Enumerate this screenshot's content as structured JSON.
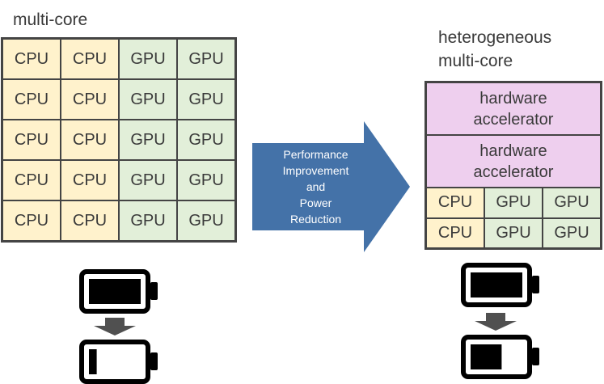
{
  "left": {
    "title": "multi-core",
    "rows": [
      [
        "CPU",
        "CPU",
        "GPU",
        "GPU"
      ],
      [
        "CPU",
        "CPU",
        "GPU",
        "GPU"
      ],
      [
        "CPU",
        "CPU",
        "GPU",
        "GPU"
      ],
      [
        "CPU",
        "CPU",
        "GPU",
        "GPU"
      ],
      [
        "CPU",
        "CPU",
        "GPU",
        "GPU"
      ]
    ],
    "battery_before": {
      "level": 1.0
    },
    "battery_after": {
      "level": 0.15
    }
  },
  "arrow": {
    "lines": [
      "Performance",
      "Improvement",
      "and",
      "Power",
      "Reduction"
    ],
    "color": "#4472a8"
  },
  "right": {
    "title_line1": "heterogeneous",
    "title_line2": "multi-core",
    "accelerators": [
      {
        "line1": "hardware",
        "line2": "accelerator"
      },
      {
        "line1": "hardware",
        "line2": "accelerator"
      }
    ],
    "rows": [
      [
        "CPU",
        "GPU",
        "GPU"
      ],
      [
        "CPU",
        "GPU",
        "GPU"
      ]
    ],
    "battery_before": {
      "level": 1.0
    },
    "battery_after": {
      "level": 0.6
    }
  },
  "colors": {
    "cpu": "#fff2cc",
    "gpu": "#e2efd9",
    "accelerator": "#eecfee",
    "grid_border": "#444444"
  }
}
